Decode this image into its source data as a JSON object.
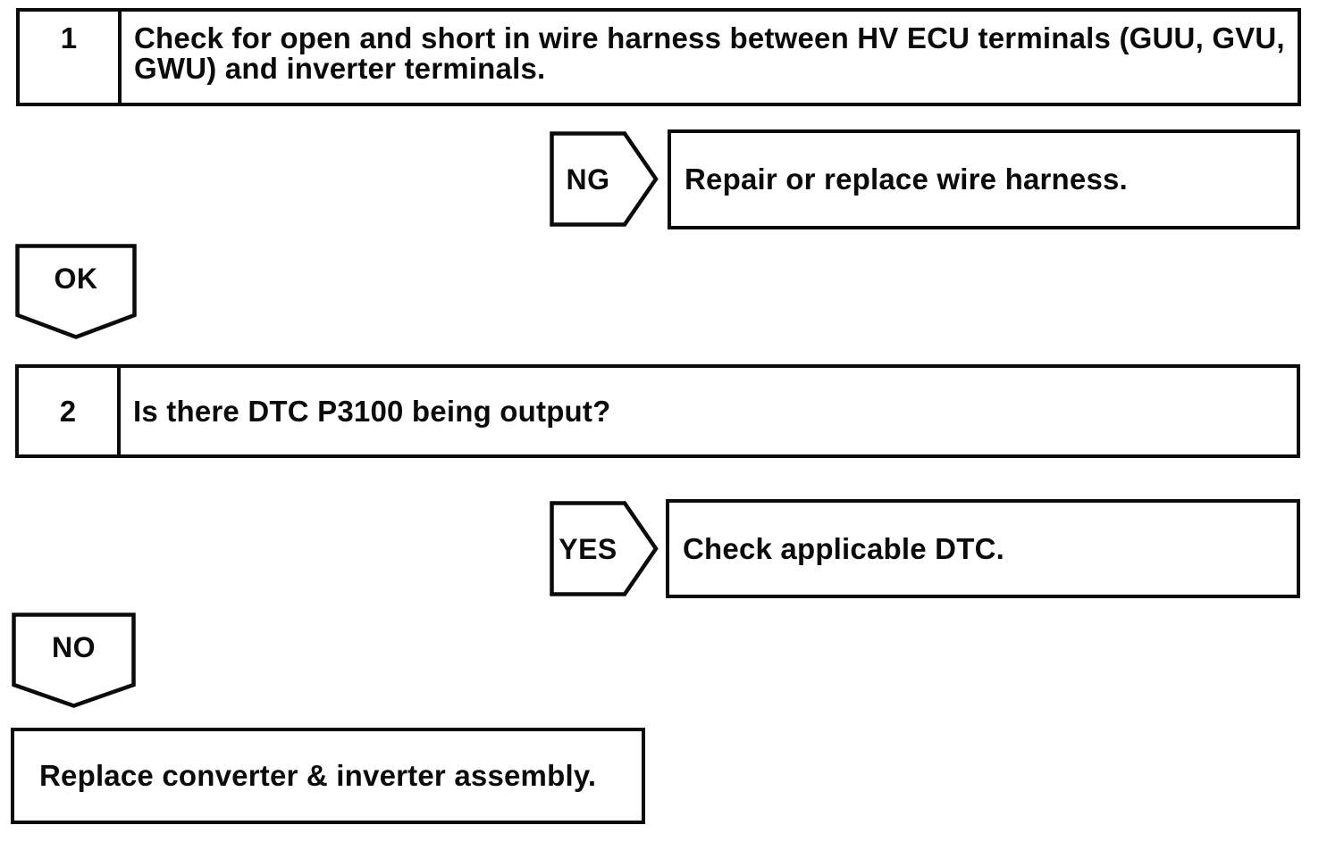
{
  "page": {
    "background": "#ffffff",
    "ink": "#0b0b0b"
  },
  "flowchart": {
    "steps": [
      {
        "number": "1",
        "text": "Check for open and short in wire harness between HV ECU terminals (GUU, GVU,\nGWU) and inverter terminals."
      },
      {
        "number": "2",
        "text": "Is there DTC P3100 being output?"
      }
    ],
    "branches": [
      {
        "label": "NG",
        "result": "Repair or replace wire harness."
      },
      {
        "label": "YES",
        "result": "Check applicable DTC."
      }
    ],
    "continue_labels": [
      {
        "label": "OK"
      },
      {
        "label": "NO"
      }
    ],
    "terminal": {
      "text": "Replace converter & inverter assembly."
    }
  }
}
